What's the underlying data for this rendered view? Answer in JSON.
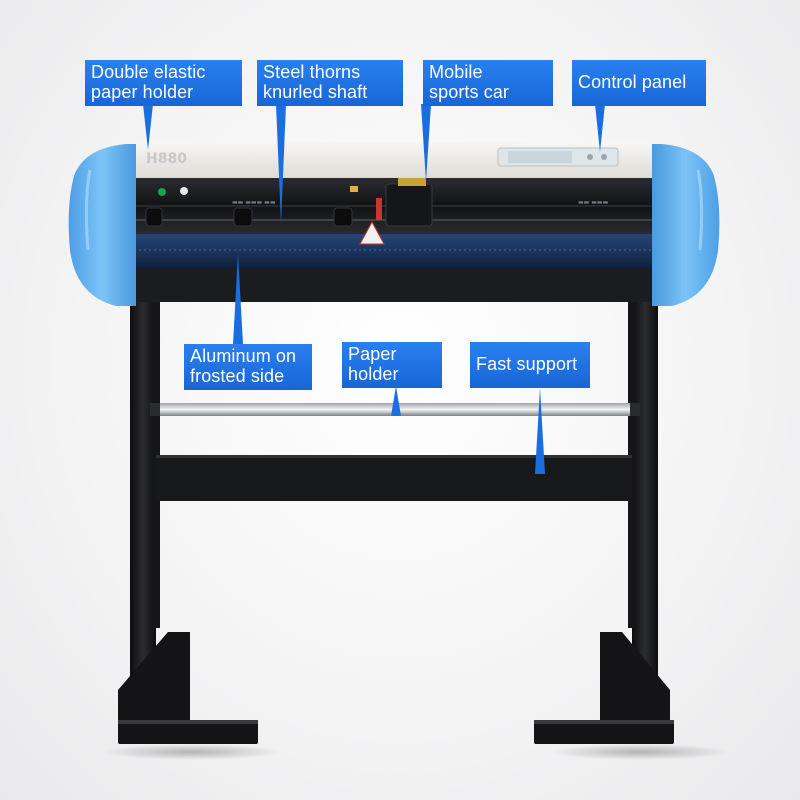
{
  "callouts": {
    "paper_holder_double": {
      "line1": "Double elastic",
      "line2": "paper holder"
    },
    "knurled_shaft": {
      "line1": "Steel thorns",
      "line2": "knurled shaft"
    },
    "sports_car": {
      "line1": "Mobile",
      "line2": "sports car"
    },
    "control_panel": {
      "line1": "Control panel"
    },
    "aluminum": {
      "line1": "Aluminum on",
      "line2": "frosted side"
    },
    "paper_holder": {
      "line1": "Paper",
      "line2": "holder"
    },
    "fast_support": {
      "line1": "Fast support"
    }
  },
  "product": {
    "model": "H880"
  },
  "colors": {
    "callout_blue": "#1a6fe0",
    "end_cap_blue": "#5fb0ef",
    "frame_black": "#1b1b1d",
    "top_panel": "#efedea"
  }
}
